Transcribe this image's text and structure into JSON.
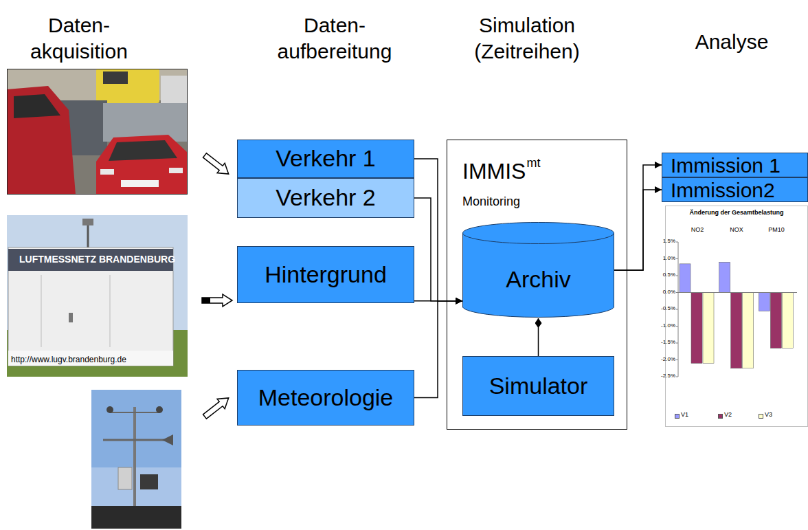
{
  "diagram": {
    "nodes": [
      {
        "text": [
          "Verkehr 1"
        ]
      },
      {
        "text": [
          "Verkehr 2"
        ]
      },
      {
        "text": [
          "Hintergrund"
        ]
      },
      {
        "text": [
          "Meteorologie"
        ]
      },
      {
        "text": [
          "IMMIS",
          "mt",
          "Monitoring"
        ]
      },
      {
        "text": [
          "Archiv"
        ],
        "in": 4
      },
      {
        "text": [
          "Simulator"
        ],
        "in": 4
      },
      {
        "text": [
          "Immission 1"
        ]
      },
      {
        "text": [
          "Immission2"
        ]
      }
    ],
    "edges": [
      {
        "from": 0,
        "to": 5,
        "arrow": "to"
      },
      {
        "from": 1,
        "to": 5,
        "arrow": "to"
      },
      {
        "from": 2,
        "to": 5,
        "arrow": "to"
      },
      {
        "from": 3,
        "to": 5,
        "arrow": "to"
      },
      {
        "from": 5,
        "to": 7,
        "arrow": "to"
      },
      {
        "from": 5,
        "to": 8,
        "arrow": "to"
      },
      {
        "from": 6,
        "to": 5,
        "arrow": "to"
      }
    ],
    "labels": [
      "Daten- akquisition",
      "Daten- aufbereitung",
      "Simulation (Zeitreihen)",
      "Analyse",
      "LUFTMESSNETZ BRANDENBURG",
      "http://www.lugv.brandenburg.de",
      "Änderung der Gesamtbelastung",
      "NO2",
      "NOX",
      "PM10",
      "1.5%",
      "1.0%",
      "0.5%",
      "0.0%",
      "-0.5%",
      "-1.0%",
      "-1.5%",
      "-2.0%",
      "-2.5%"
    ],
    "legend": [
      {
        "text": "V1",
        "color": "#9999ff"
      },
      {
        "text": "V2",
        "color": "#993366"
      },
      {
        "text": "V3",
        "color": "#ffffcc"
      }
    ]
  }
}
